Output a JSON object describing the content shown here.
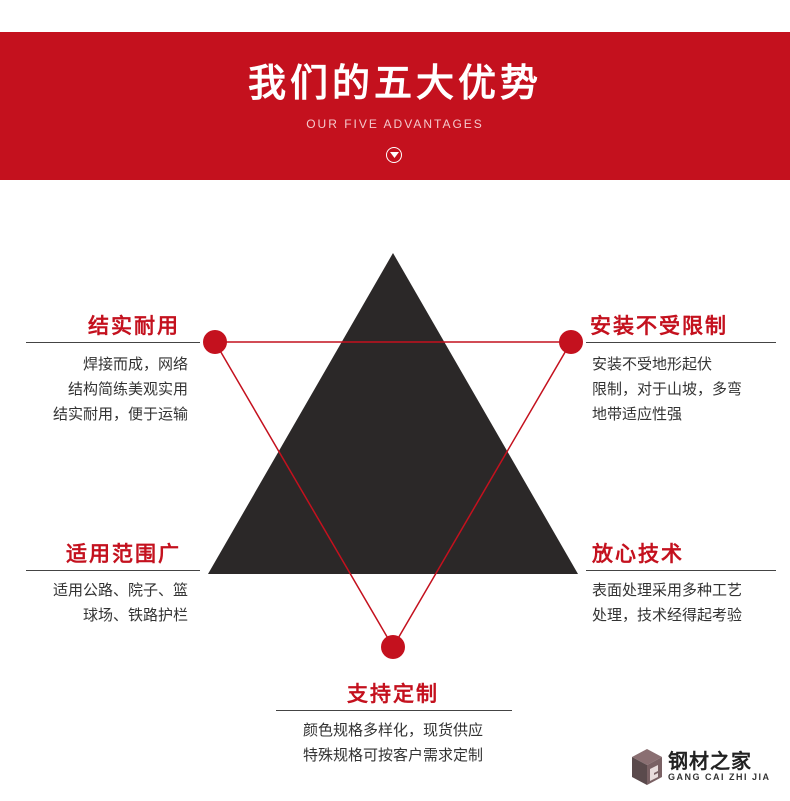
{
  "header": {
    "title": "我们的五大优势",
    "subtitle": "OUR FIVE ADVANTAGES",
    "bg_color": "#c4111e"
  },
  "advantages": {
    "top_left": {
      "title": "结实耐用",
      "desc": "焊接而成，网络\n结构简练美观实用\n结实耐用，便于运输"
    },
    "top_right": {
      "title": "安装不受限制",
      "desc": "安装不受地形起伏\n限制，对于山坡，多弯\n地带适应性强"
    },
    "mid_left": {
      "title": "适用范围广",
      "desc": "适用公路、院子、篮\n球场、铁路护栏"
    },
    "mid_right": {
      "title": "放心技术",
      "desc": "表面处理采用多种工艺\n处理，技术经得起考验"
    },
    "bottom": {
      "title": "支持定制",
      "desc": "颜色规格多样化，现货供应\n特殊规格可按客户需求定制"
    }
  },
  "logo": {
    "name_cn": "钢材之家",
    "name_en": "GANG CAI ZHI JIA"
  },
  "colors": {
    "accent": "#c4111e",
    "triangle": "#2b2828"
  }
}
